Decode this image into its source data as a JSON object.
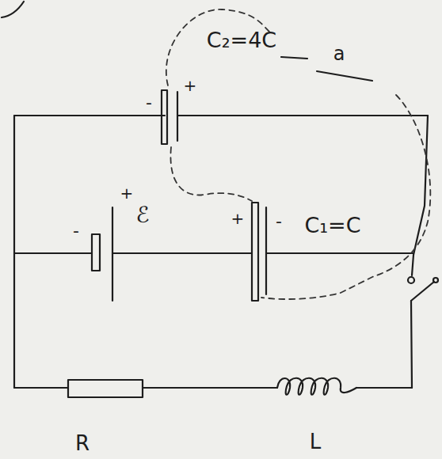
{
  "diagram": {
    "labels": [
      "C₂=4C",
      "a",
      "-",
      "+",
      "-",
      "+",
      "ℰ",
      "+",
      "-",
      "C₁=C",
      "R",
      "L"
    ]
  }
}
